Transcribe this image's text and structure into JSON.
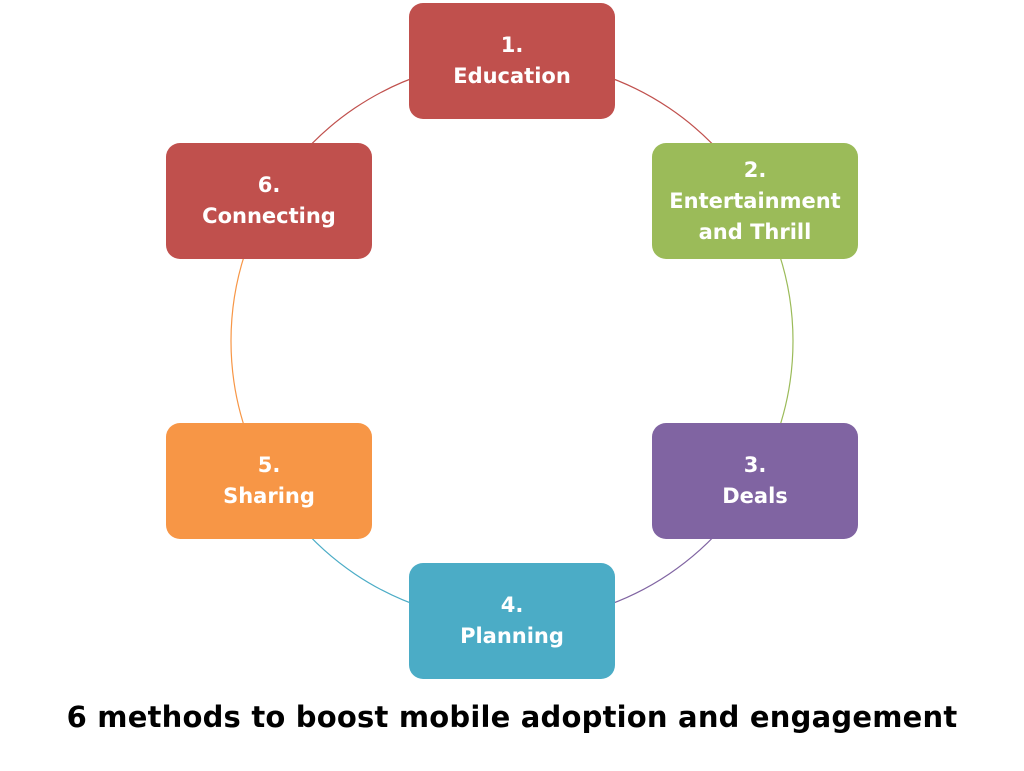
{
  "title": "6 methods to boost mobile adoption and engagement",
  "nodes": [
    {
      "id": "education",
      "number": "1.",
      "label": "Education",
      "color": "#C0504D"
    },
    {
      "id": "entertainment",
      "number": "2.",
      "label": "Entertainment and Thrill",
      "color": "#9BBB59"
    },
    {
      "id": "deals",
      "number": "3.",
      "label": "Deals",
      "color": "#8064A2"
    },
    {
      "id": "planning",
      "number": "4.",
      "label": "Planning",
      "color": "#4BACC6"
    },
    {
      "id": "sharing",
      "number": "5.",
      "label": "Sharing",
      "color": "#F79646"
    },
    {
      "id": "connecting",
      "number": "6.",
      "label": "Connecting",
      "color": "#C0504D"
    }
  ]
}
